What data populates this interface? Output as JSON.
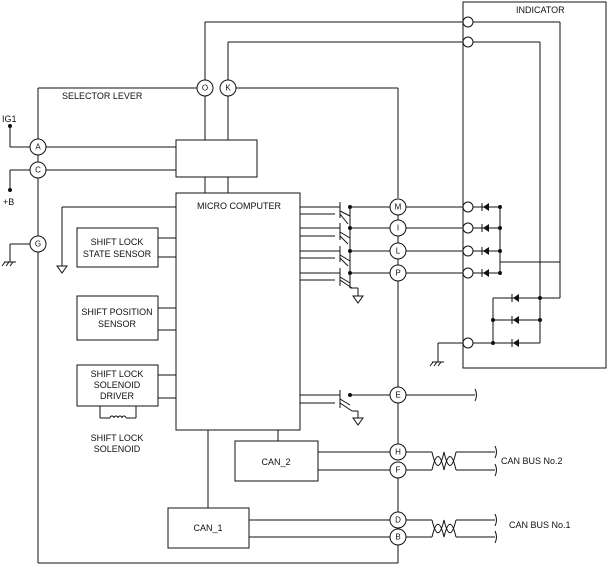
{
  "labels": {
    "indicator": "INDICATOR",
    "selector_lever": "SELECTOR LEVER",
    "micro_computer": "MICRO COMPUTER",
    "shift_lock_state_sensor": [
      "SHIFT LOCK",
      "STATE SENSOR"
    ],
    "shift_position_sensor": [
      "SHIFT POSITION",
      "SENSOR"
    ],
    "shift_lock_solenoid_driver": [
      "SHIFT LOCK",
      "SOLENOID",
      "DRIVER"
    ],
    "shift_lock_solenoid": [
      "SHIFT LOCK",
      "SOLENOID"
    ],
    "can2": "CAN_2",
    "can1": "CAN_1",
    "can_bus_2": "CAN BUS No.2",
    "can_bus_1": "CAN BUS No.1",
    "ig1": "IG1",
    "plus_b": "+B"
  },
  "terminals": {
    "O": "O",
    "K": "K",
    "A": "A",
    "C": "C",
    "G": "G",
    "M": "M",
    "I": "I",
    "L": "L",
    "P": "P",
    "E": "E",
    "H": "H",
    "F": "F",
    "D": "D",
    "B": "B"
  }
}
